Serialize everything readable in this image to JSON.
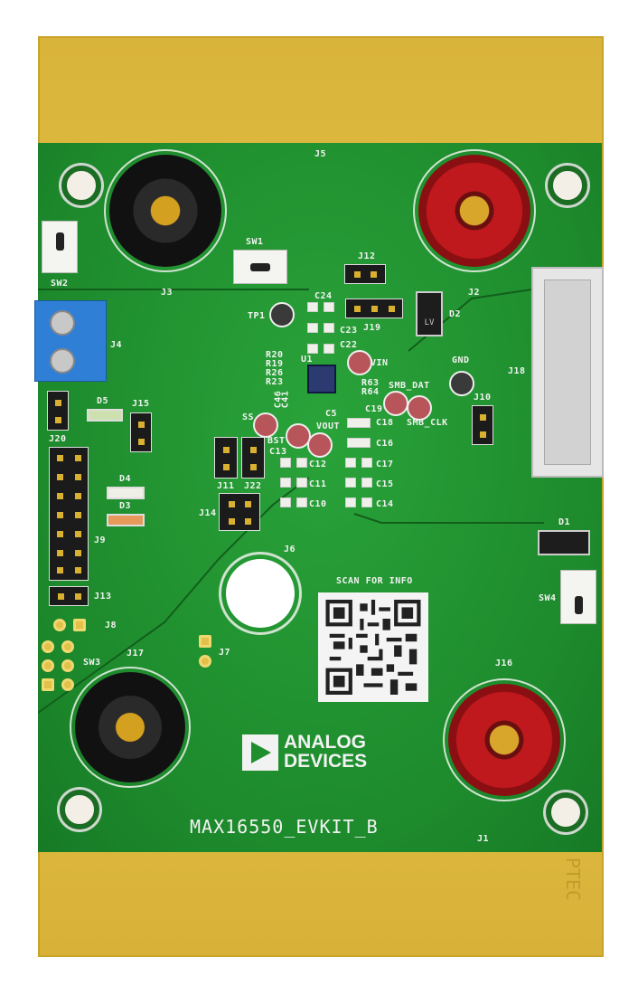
{
  "board": {
    "name": "MAX16550_EVKIT_B",
    "scan_text": "SCAN FOR INFO",
    "logo_line1": "ANALOG",
    "logo_line2": "DEVICES",
    "tape_text": "PTEC"
  },
  "colors": {
    "pcb": "#1f8f2e",
    "tape": "#e0bc45",
    "binding_post_red": "#c0191d",
    "binding_post_black": "#111111",
    "terminal_block": "#2f7fd6"
  },
  "labels": {
    "J5": "J5",
    "J3": "J3",
    "J2": "J2",
    "SW1": "SW1",
    "SW2": "SW2",
    "J12": "J12",
    "J19": "J19",
    "TP1": "TP1",
    "C24": "C24",
    "C23": "C23",
    "C22": "C22",
    "D2": "D2",
    "J4": "J4",
    "R20": "R20",
    "R19": "R19",
    "R26": "R26",
    "R23": "R23",
    "U1": "U1",
    "VIN": "VIN",
    "R63": "R63",
    "R64": "R64",
    "SMB_DAT": "SMB_DAT",
    "SMB_CLK": "SMB_CLK",
    "GND": "GND",
    "J10": "J10",
    "J18": "J18",
    "C46": "C46",
    "C41": "C41",
    "C5": "C5",
    "C19": "C19",
    "C18": "C18",
    "C16": "C16",
    "C17": "C17",
    "C15": "C15",
    "C14": "C14",
    "SS": "SS",
    "BST": "BST",
    "VOUT": "VOUT",
    "C13": "C13",
    "C12": "C12",
    "C11": "C11",
    "C10": "C10",
    "J11": "J11",
    "J22": "J22",
    "J14": "J14",
    "D5": "D5",
    "J15": "J15",
    "J20": "J20",
    "D4": "D4",
    "D3": "D3",
    "J9": "J9",
    "J13": "J13",
    "J8": "J8",
    "SW3": "SW3",
    "J17": "J17",
    "J7": "J7",
    "J6": "J6",
    "D1": "D1",
    "SW4": "SW4",
    "J16": "J16",
    "J1": "J1",
    "D2_mark": "LV"
  }
}
